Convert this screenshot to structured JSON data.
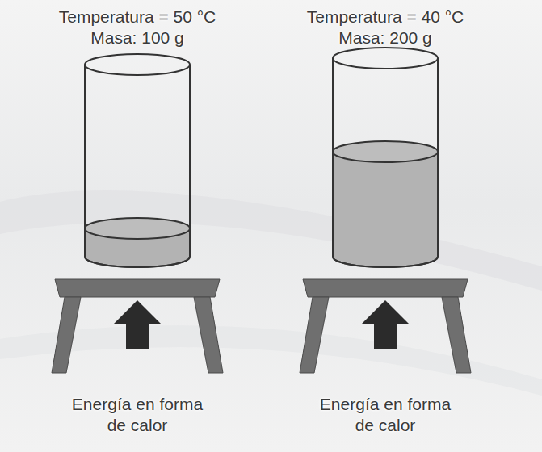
{
  "diagram": {
    "labels": [
      "Temperatura = 50 °C",
      "Masa: 100 g",
      "Temperatura = 40 °C",
      "Masa: 200 g",
      "Energía en forma de calor",
      "Energía en forma de calor"
    ]
  }
}
